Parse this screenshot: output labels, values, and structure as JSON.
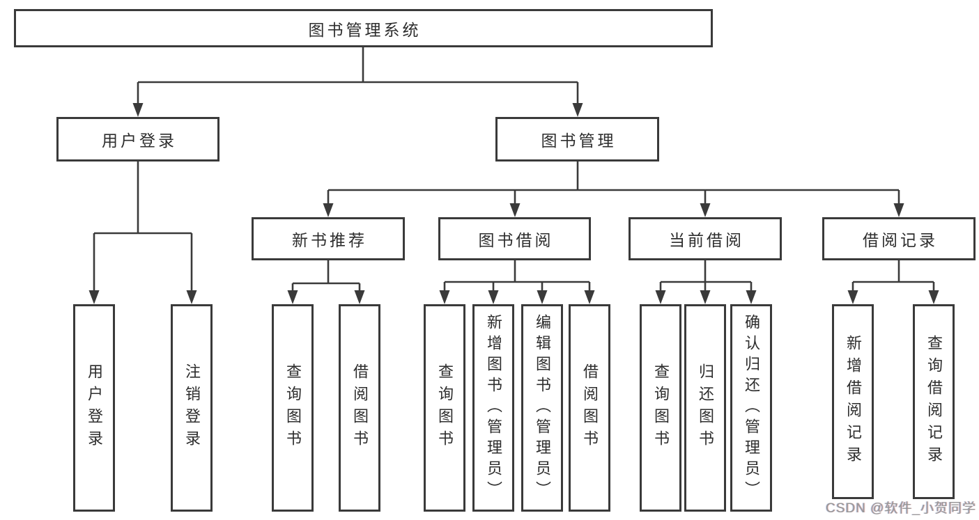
{
  "diagram": {
    "root": {
      "label": "图书管理系统"
    },
    "branches": [
      {
        "label": "用户登录",
        "children": [
          "用户登录",
          "注销登录"
        ]
      },
      {
        "label": "图书管理",
        "children": [
          {
            "label": "新书推荐",
            "children": [
              "查询图书",
              "借阅图书"
            ]
          },
          {
            "label": "图书借阅",
            "children": [
              "查询图书",
              "新增图书（管理员）",
              "编辑图书（管理员）",
              "借阅图书"
            ]
          },
          {
            "label": "当前借阅",
            "children": [
              "查询图书",
              "归还图书",
              "确认归还（管理员）"
            ]
          },
          {
            "label": "借阅记录",
            "children": [
              "新增借阅记录",
              "查询借阅记录"
            ]
          }
        ]
      }
    ],
    "watermark": "CSDN @软件_小贺同学",
    "colors": {
      "line": "#3a3a3a",
      "text": "#2d2d2d",
      "watermark": "#979797",
      "background": "#ffffff"
    }
  }
}
